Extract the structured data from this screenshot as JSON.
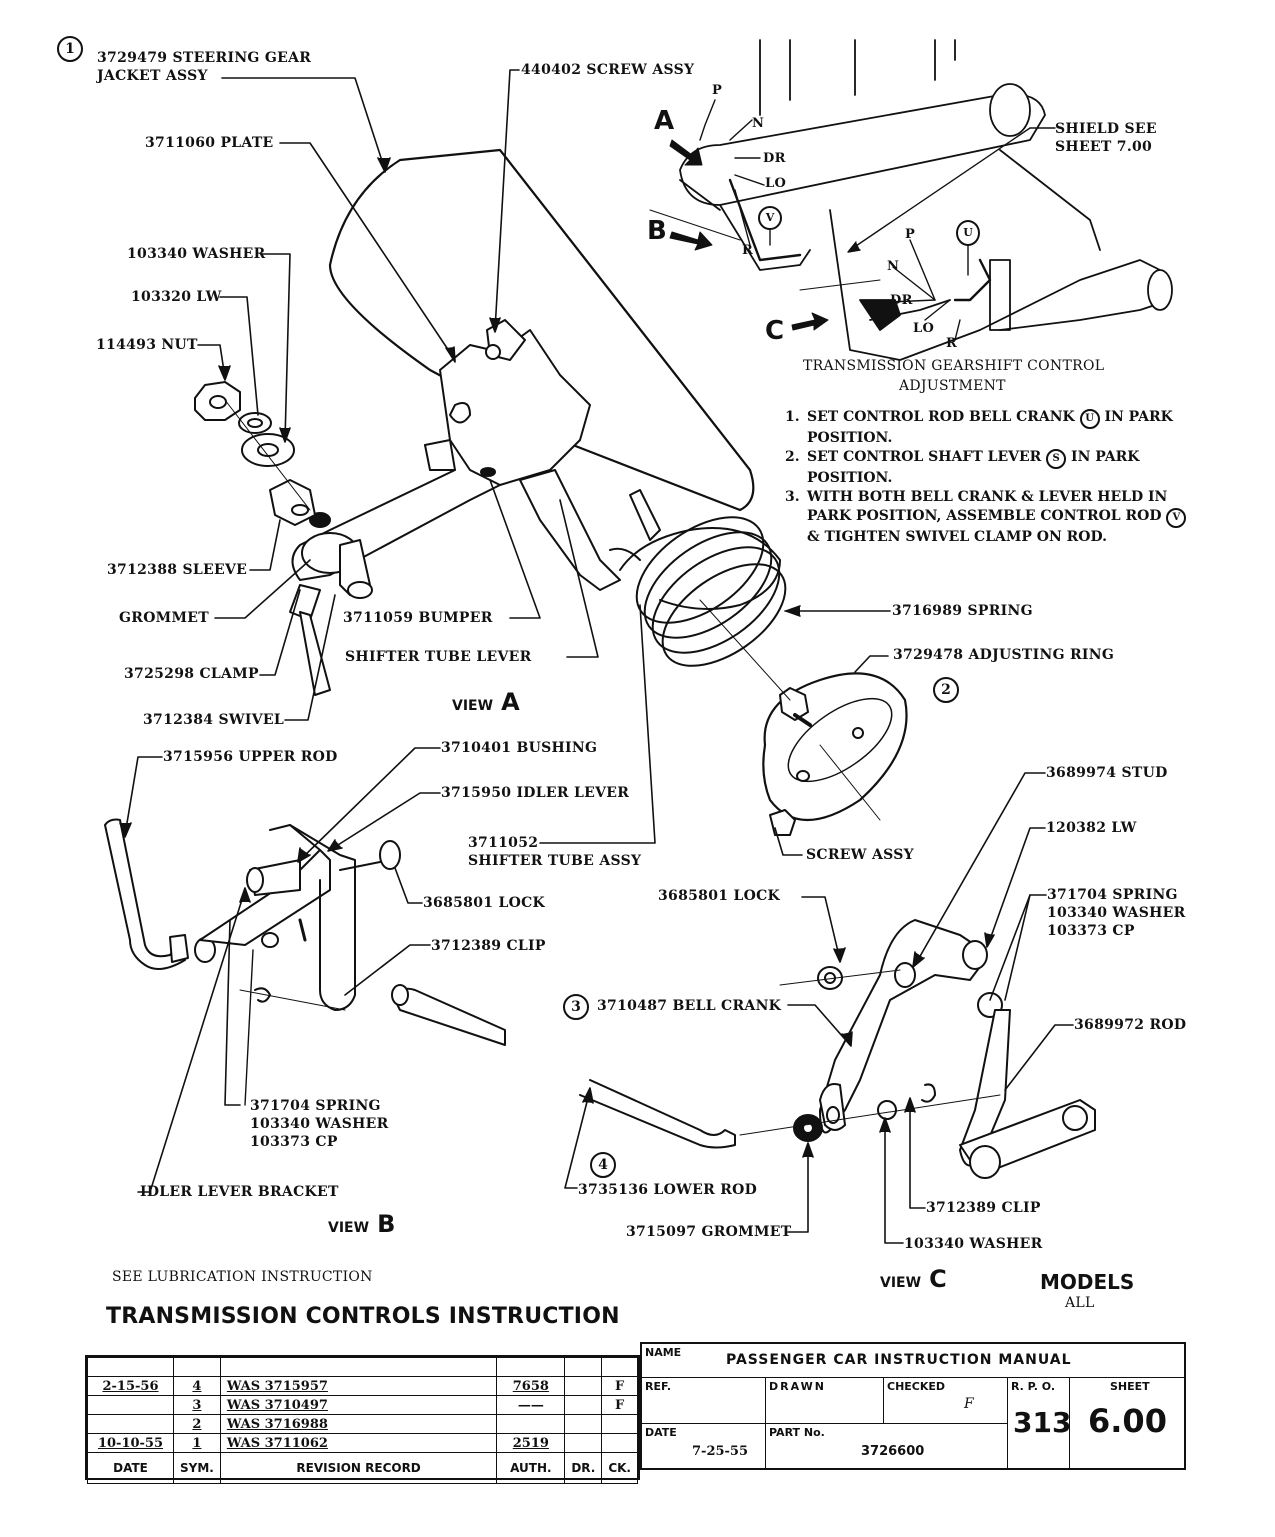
{
  "sheet_marker": "1",
  "view_a": {
    "labels": {
      "jacket": "3729479 STEERING GEAR\nJACKET ASSY",
      "screw": "440402 SCREW ASSY",
      "plate": "3711060 PLATE",
      "washer": "103340 WASHER",
      "lw": "103320 LW",
      "nut": "114493 NUT",
      "sleeve": "3712388 SLEEVE",
      "grommet": "GROMMET",
      "bumper": "3711059 BUMPER",
      "clamp": "3725298 CLAMP",
      "shifter_lever": "SHIFTER TUBE LEVER",
      "swivel": "3712384 SWIVEL",
      "spring": "3716989 SPRING",
      "adjusting_ring": "3729478  ADJUSTING RING",
      "screw_assy": "SCREW ASSY",
      "shifter_tube": "3711052\nSHIFTER TUBE ASSY"
    },
    "view_word": "VIEW",
    "view_letter": "A",
    "marker": "2"
  },
  "gearshift": {
    "letters": {
      "a": "A",
      "b": "B",
      "c": "C"
    },
    "positions_top": {
      "p": "P",
      "n": "N",
      "dr": "DR",
      "lo": "LO",
      "r": "R"
    },
    "positions_bottom": {
      "p": "P",
      "n": "N",
      "dr": "DR",
      "lo": "LO",
      "r": "R"
    },
    "callouts": {
      "v": "V",
      "u": "U"
    },
    "shield": "SHIELD SEE\nSHEET 7.00",
    "caption_line1": "TRANSMISSION GEARSHIFT CONTROL",
    "caption_line2": "ADJUSTMENT",
    "steps": [
      {
        "num": "1.",
        "before": "SET CONTROL ROD BELL CRANK",
        "symbol": "U",
        "after": "IN PARK POSITION."
      },
      {
        "num": "2.",
        "before": "SET CONTROL SHAFT LEVER",
        "symbol": "S",
        "after": "IN PARK POSITION."
      },
      {
        "num": "3.",
        "before": "WITH BOTH BELL CRANK & LEVER HELD IN PARK POSITION, ASSEMBLE CONTROL ROD",
        "symbol": "V",
        "after": "& TIGHTEN SWIVEL CLAMP ON ROD."
      }
    ]
  },
  "view_b": {
    "labels": {
      "upper_rod": "3715956 UPPER ROD",
      "bushing": "3710401 BUSHING",
      "idler_lever": "3715950 IDLER LEVER",
      "lock": "3685801 LOCK",
      "clip": "3712389 CLIP",
      "spring_group": "371704 SPRING\n103340 WASHER\n103373 CP",
      "bracket": "IDLER LEVER BRACKET"
    },
    "view_word": "VIEW",
    "view_letter": "B"
  },
  "view_c": {
    "labels": {
      "stud": "3689974 STUD",
      "lw": "120382 LW",
      "lock": "3685801 LOCK",
      "spring_group": "371704 SPRING\n103340 WASHER\n103373 CP",
      "bell_crank": "3710487 BELL CRANK",
      "rod": "3689972 ROD",
      "lower_rod": "3735136  LOWER ROD",
      "grommet": "3715097 GROMMET",
      "clip": "3712389 CLIP",
      "washer": "103340 WASHER"
    },
    "marker_bell": "3",
    "marker_rod": "4",
    "view_word": "VIEW",
    "view_letter": "C"
  },
  "models": {
    "title": "MODELS",
    "value": "ALL"
  },
  "lubrication_note": "SEE LUBRICATION INSTRUCTION",
  "document_title": "TRANSMISSION CONTROLS INSTRUCTION",
  "revision_record": {
    "headers": [
      "DATE",
      "SYM.",
      "REVISION RECORD",
      "AUTH.",
      "DR.",
      "CK."
    ],
    "rows": [
      {
        "date": "",
        "sym": "",
        "record": "",
        "auth": "",
        "dr": "",
        "ck": ""
      },
      {
        "date": "2-15-56",
        "sym": "4",
        "record": "WAS 3715957",
        "auth": "7658",
        "dr": "",
        "ck": "F"
      },
      {
        "date": "",
        "sym": "3",
        "record": "WAS 3710497",
        "auth": "——",
        "dr": "",
        "ck": "F"
      },
      {
        "date": "",
        "sym": "2",
        "record": "WAS 3716988",
        "auth": "",
        "dr": "",
        "ck": ""
      },
      {
        "date": "10-10-55",
        "sym": "1",
        "record": "WAS 3711062",
        "auth": "2519",
        "dr": "",
        "ck": ""
      }
    ]
  },
  "title_block": {
    "name_caption": "NAME",
    "name_value": "PASSENGER CAR INSTRUCTION MANUAL",
    "ref_caption": "REF.",
    "drawn_caption": "DRAWN",
    "checked_caption": "CHECKED",
    "checked_value": "F",
    "rpo_caption": "R. P. O.",
    "rpo_value": "313",
    "sheet_caption": "SHEET",
    "sheet_value": "6.00",
    "date_caption": "DATE",
    "date_value": "7-25-55",
    "part_caption": "PART No.",
    "part_value": "3726600"
  }
}
